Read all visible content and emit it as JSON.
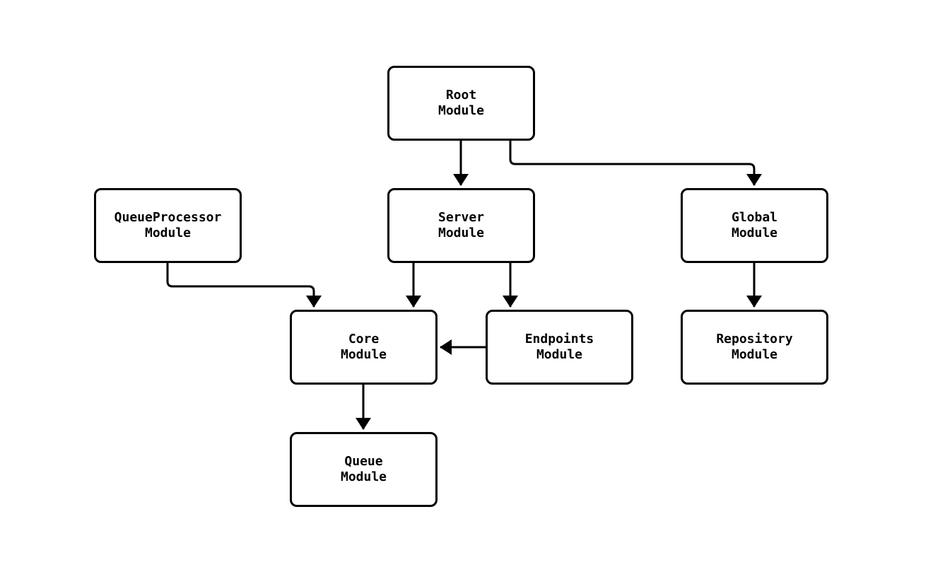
{
  "diagram": {
    "type": "module-dependency-flowchart",
    "nodes": {
      "root": {
        "id": "root",
        "label": "Root\nModule"
      },
      "queueprocessor": {
        "id": "queueprocessor",
        "label": "QueueProcessor\nModule"
      },
      "server": {
        "id": "server",
        "label": "Server\nModule"
      },
      "global": {
        "id": "global",
        "label": "Global\nModule"
      },
      "core": {
        "id": "core",
        "label": "Core\nModule"
      },
      "endpoints": {
        "id": "endpoints",
        "label": "Endpoints\nModule"
      },
      "repository": {
        "id": "repository",
        "label": "Repository\nModule"
      },
      "queue": {
        "id": "queue",
        "label": "Queue\nModule"
      }
    },
    "edges": [
      {
        "from": "Root Module",
        "to": "Server Module"
      },
      {
        "from": "Root Module",
        "to": "Global Module"
      },
      {
        "from": "QueueProcessor Module",
        "to": "Core Module"
      },
      {
        "from": "Server Module",
        "to": "Core Module"
      },
      {
        "from": "Server Module",
        "to": "Endpoints Module"
      },
      {
        "from": "Endpoints Module",
        "to": "Core Module"
      },
      {
        "from": "Global Module",
        "to": "Repository Module"
      },
      {
        "from": "Core Module",
        "to": "Queue Module"
      }
    ],
    "colors": {
      "background": "#ffffff",
      "node_fill": "#ffffff",
      "node_border": "#000000",
      "edge": "#000000",
      "text": "#000000"
    }
  }
}
